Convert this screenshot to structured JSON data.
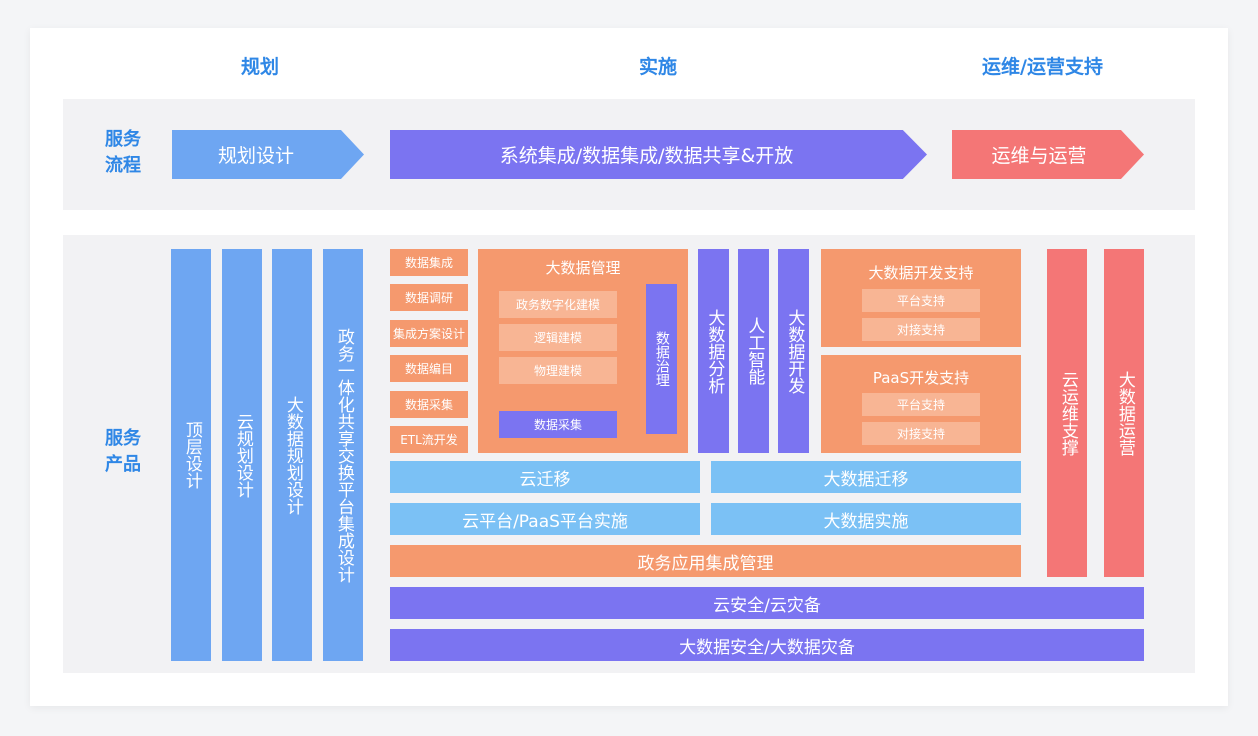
{
  "phases": [
    "规划",
    "实施",
    "运维/运营支持"
  ],
  "row_labels": {
    "process": "服务\n流程",
    "product": "服务\n产品"
  },
  "process": [
    "规划设计",
    "系统集成/数据集成/数据共享&开放",
    "运维与运营"
  ],
  "planning_cols": [
    "顶层设计",
    "云规划设计",
    "大数据规划设计",
    "政务一体化共享交换平台集成设计"
  ],
  "data_small": [
    "数据集成",
    "数据调研",
    "集成方案设计",
    "数据编目",
    "数据采集",
    "ETL流开发"
  ],
  "bigdata_mgmt": {
    "title": "大数据管理",
    "items": [
      "政务数字化建模",
      "逻辑建模",
      "物理建模"
    ],
    "collect": "数据采集",
    "governance": "数据治理"
  },
  "purple_cols": [
    "大数据分析",
    "人工智能",
    "大数据开发"
  ],
  "dev_support": {
    "title": "大数据开发支持",
    "items": [
      "平台支持",
      "对接支持"
    ]
  },
  "paas_support": {
    "title": "PaaS开发支持",
    "items": [
      "平台支持",
      "对接支持"
    ]
  },
  "bars": {
    "cloud_migrate": "云迁移",
    "bigdata_migrate": "大数据迁移",
    "cloud_paas": "云平台/PaaS平台实施",
    "bigdata_impl": "大数据实施",
    "gov_app": "政务应用集成管理",
    "cloud_security": "云安全/云灾备",
    "bigdata_security": "大数据安全/大数据灾备"
  },
  "ops_cols": [
    "云运维支撑",
    "大数据运营"
  ],
  "colors": {
    "title": "#2f87e6",
    "blue": "#6ea6f2",
    "sky": "#7bc1f5",
    "purple": "#7b74f1",
    "orange": "#f5996e",
    "light_orange": "#f8b594",
    "red": "#f47676"
  }
}
